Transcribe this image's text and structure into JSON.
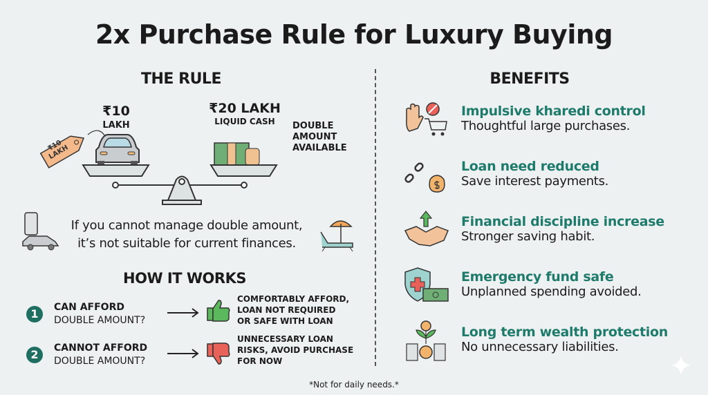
{
  "title": "2x Purchase Rule for Luxury Buying",
  "rule": {
    "heading": "THE RULE",
    "car_price": "₹10",
    "car_price_unit": "LAKH",
    "tag_text": "₹10 LAKH",
    "cash_amount": "₹20 LAKH",
    "cash_label": "LIQUID CASH",
    "double_note": [
      "DOUBLE",
      "AMOUNT",
      "AVAILABLE"
    ],
    "statement_line1": "If you cannot manage double amount,",
    "statement_line2": "it’s not suitable for current finances."
  },
  "how": {
    "heading": "HOW IT WORKS",
    "steps": [
      {
        "num": "1",
        "bold": "CAN AFFORD",
        "text": "DOUBLE AMOUNT?",
        "result": [
          "COMFORTABLY AFFORD,",
          "LOAN NOT REQUIRED",
          "OR SAFE WITH LOAN"
        ],
        "icon": "thumbs-up-icon",
        "color": "#5cb85c"
      },
      {
        "num": "2",
        "bold": "CANNOT AFFORD",
        "text": "DOUBLE AMOUNT?",
        "result": [
          "UNNECESSARY LOAN",
          "RISKS, AVOID PURCHASE",
          "FOR NOW"
        ],
        "icon": "thumbs-down-icon",
        "color": "#e8625a"
      }
    ]
  },
  "benefits": {
    "heading": "BENEFITS",
    "items": [
      {
        "title": "Impulsive kharedi control",
        "sub": "Thoughtful large purchases.",
        "icon": "stop-hand-cart-icon"
      },
      {
        "title": "Loan need reduced",
        "sub": "Save interest payments.",
        "icon": "broken-chain-money-bag-icon"
      },
      {
        "title": "Financial discipline increase",
        "sub": "Stronger saving habit.",
        "icon": "handshake-growth-icon"
      },
      {
        "title": "Emergency fund safe",
        "sub": "Unplanned spending avoided.",
        "icon": "shield-cash-icon"
      },
      {
        "title": "Long term wealth protection",
        "sub": "No unnecessary liabilities.",
        "icon": "plant-coins-icon"
      }
    ]
  },
  "footnote": "*Not for daily needs.*",
  "colors": {
    "accent": "#1e7b6c",
    "background": "#eef1f1"
  }
}
